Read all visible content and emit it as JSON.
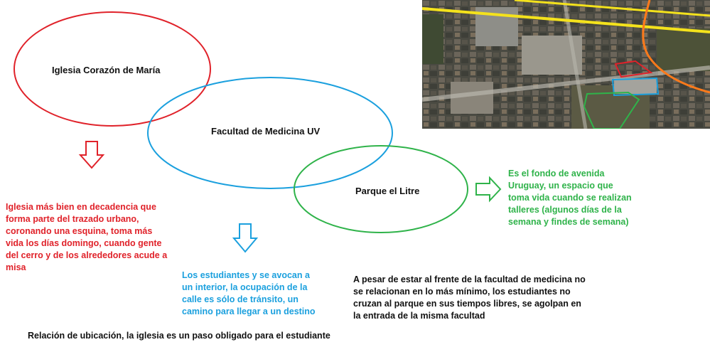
{
  "ellipses": {
    "iglesia": {
      "label": "Iglesia Corazón de María",
      "color": "#e0222a"
    },
    "facultad": {
      "label": "Facultad de Medicina UV",
      "color": "#1ba0de"
    },
    "parque": {
      "label": "Parque el Litre",
      "color": "#2fb34a"
    }
  },
  "notes": {
    "iglesia": "Iglesia más bien en decadencia que forma parte del trazado urbano, coronando una esquina, toma  más vida los días domingo, cuando gente del cerro y de los alrededores acude a misa",
    "facultad": "Los estudiantes y se avocan a un interior, la ocupación de la calle es sólo de tránsito, un camino para llegar a un destino",
    "parque": "Es el fondo de avenida Uruguay, un espacio que toma vida cuando se realizan talleres (algunos días de la semana y findes de semana)",
    "relacion_parque": "A pesar de estar al frente de la facultad de medicina no se relacionan en lo más mínimo, los estudiantes no cruzan al parque en sus tiempos libres, se agolpan en la entrada de la misma facultad",
    "relacion_iglesia": "Relación de ubicación, la iglesia es un paso   obligado para el estudiante"
  },
  "colors": {
    "red": "#e0222a",
    "blue": "#1ba0de",
    "green": "#2fb34a",
    "black": "#111111"
  }
}
